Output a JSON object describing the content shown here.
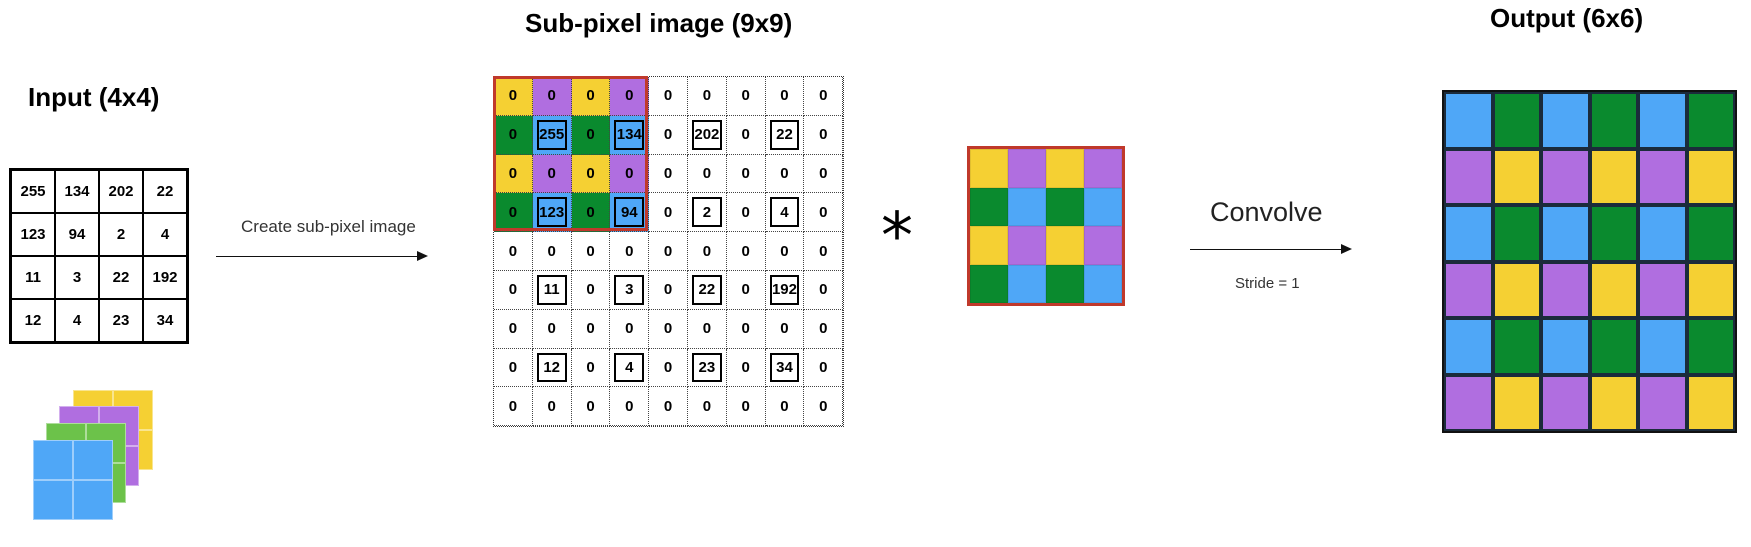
{
  "titles": {
    "input": "Input (4x4)",
    "subpixel": "Sub-pixel image (9x9)",
    "output": "Output (6x6)"
  },
  "labels": {
    "create": "Create sub-pixel image",
    "convolve": "Convolve",
    "stride": "Stride = 1",
    "operator": "*"
  },
  "colors": {
    "yellow": "#f5d033",
    "purple": "#b06ee0",
    "green": "#0a8a2e",
    "blue": "#4fa7f7",
    "layer_green": "#6cc24a",
    "highlight_red": "#c0392b"
  },
  "input": [
    [
      "255",
      "134",
      "202",
      "22"
    ],
    [
      "123",
      "94",
      "2",
      "4"
    ],
    [
      "11",
      "3",
      "22",
      "192"
    ],
    [
      "12",
      "4",
      "23",
      "34"
    ]
  ],
  "subpixel": [
    [
      "0",
      "0",
      "0",
      "0",
      "0",
      "0",
      "0",
      "0",
      "0"
    ],
    [
      "0",
      "255",
      "0",
      "134",
      "0",
      "202",
      "0",
      "22",
      "0"
    ],
    [
      "0",
      "0",
      "0",
      "0",
      "0",
      "0",
      "0",
      "0",
      "0"
    ],
    [
      "0",
      "123",
      "0",
      "94",
      "0",
      "2",
      "0",
      "4",
      "0"
    ],
    [
      "0",
      "0",
      "0",
      "0",
      "0",
      "0",
      "0",
      "0",
      "0"
    ],
    [
      "0",
      "11",
      "0",
      "3",
      "0",
      "22",
      "0",
      "192",
      "0"
    ],
    [
      "0",
      "0",
      "0",
      "0",
      "0",
      "0",
      "0",
      "0",
      "0"
    ],
    [
      "0",
      "12",
      "0",
      "4",
      "0",
      "23",
      "0",
      "34",
      "0"
    ],
    [
      "0",
      "0",
      "0",
      "0",
      "0",
      "0",
      "0",
      "0",
      "0"
    ]
  ],
  "subpixel_colors": [
    [
      "yellow",
      "purple",
      "yellow",
      "purple"
    ],
    [
      "green",
      "blue",
      "green",
      "blue"
    ],
    [
      "yellow",
      "purple",
      "yellow",
      "purple"
    ],
    [
      "green",
      "blue",
      "green",
      "blue"
    ]
  ],
  "kernel_colors": [
    [
      "yellow",
      "purple",
      "yellow",
      "purple"
    ],
    [
      "green",
      "blue",
      "green",
      "blue"
    ],
    [
      "yellow",
      "purple",
      "yellow",
      "purple"
    ],
    [
      "green",
      "blue",
      "green",
      "blue"
    ]
  ],
  "output_colors": [
    [
      "blue",
      "green",
      "blue",
      "green",
      "blue",
      "green"
    ],
    [
      "purple",
      "yellow",
      "purple",
      "yellow",
      "purple",
      "yellow"
    ],
    [
      "blue",
      "green",
      "blue",
      "green",
      "blue",
      "green"
    ],
    [
      "purple",
      "yellow",
      "purple",
      "yellow",
      "purple",
      "yellow"
    ],
    [
      "blue",
      "green",
      "blue",
      "green",
      "blue",
      "green"
    ],
    [
      "purple",
      "yellow",
      "purple",
      "yellow",
      "purple",
      "yellow"
    ]
  ],
  "layer_stack": [
    "yellow",
    "purple",
    "layer_green",
    "blue"
  ]
}
